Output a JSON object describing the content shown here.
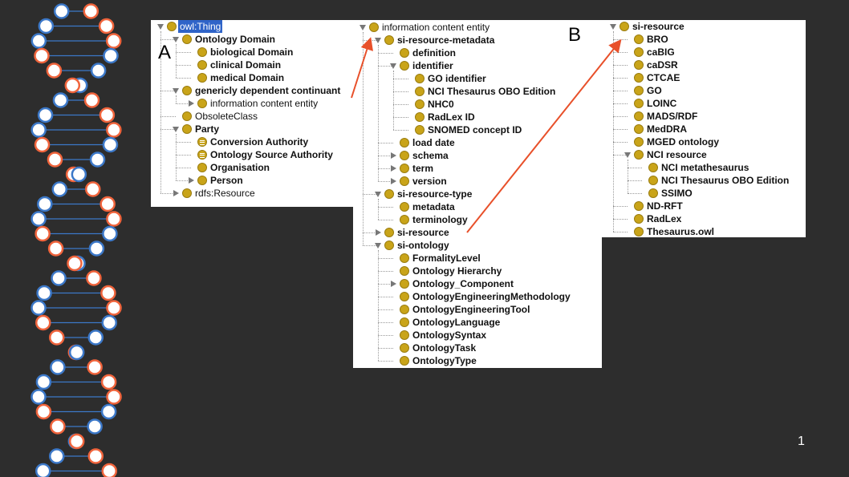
{
  "panels": [
    {
      "id": "panel-a",
      "letter": "A",
      "rows": [
        {
          "label": "owl:Thing",
          "level": 0,
          "toggle": "exp",
          "icon": "circle",
          "bold": false,
          "selected": true
        },
        {
          "label": "Ontology Domain",
          "level": 1,
          "toggle": "exp",
          "icon": "circle",
          "bold": true
        },
        {
          "label": "biological Domain",
          "level": 2,
          "toggle": "none",
          "icon": "circle",
          "bold": true
        },
        {
          "label": "clinical Domain",
          "level": 2,
          "toggle": "none",
          "icon": "circle",
          "bold": true
        },
        {
          "label": "medical Domain",
          "level": 2,
          "toggle": "none",
          "icon": "circle",
          "bold": true
        },
        {
          "label": "genericly dependent continuant",
          "level": 1,
          "toggle": "exp",
          "icon": "circle",
          "bold": true
        },
        {
          "label": "information content entity",
          "level": 2,
          "toggle": "col",
          "icon": "circle",
          "bold": false
        },
        {
          "label": "ObsoleteClass",
          "level": 1,
          "toggle": "none",
          "icon": "circle",
          "bold": false
        },
        {
          "label": "Party",
          "level": 1,
          "toggle": "exp",
          "icon": "circle",
          "bold": true
        },
        {
          "label": "Conversion Authority",
          "level": 2,
          "toggle": "none",
          "icon": "list",
          "bold": true
        },
        {
          "label": "Ontology Source Authority",
          "level": 2,
          "toggle": "none",
          "icon": "list",
          "bold": true
        },
        {
          "label": "Organisation",
          "level": 2,
          "toggle": "none",
          "icon": "circle",
          "bold": true
        },
        {
          "label": "Person",
          "level": 2,
          "toggle": "col",
          "icon": "circle",
          "bold": true
        },
        {
          "label": "rdfs:Resource",
          "level": 1,
          "toggle": "col",
          "icon": "circle",
          "bold": false
        }
      ]
    },
    {
      "id": "panel-mid",
      "letter": "",
      "rows": [
        {
          "label": "information content entity",
          "level": 0,
          "toggle": "exp",
          "icon": "circle",
          "bold": false
        },
        {
          "label": "si-resource-metadata",
          "level": 1,
          "toggle": "exp",
          "icon": "circle",
          "bold": true
        },
        {
          "label": "definition",
          "level": 2,
          "toggle": "none",
          "icon": "circle",
          "bold": true
        },
        {
          "label": "identifier",
          "level": 2,
          "toggle": "exp",
          "icon": "circle",
          "bold": true
        },
        {
          "label": "GO identifier",
          "level": 3,
          "toggle": "none",
          "icon": "circle",
          "bold": true
        },
        {
          "label": "NCI Thesaurus OBO Edition",
          "level": 3,
          "toggle": "none",
          "icon": "circle",
          "bold": true
        },
        {
          "label": "NHC0",
          "level": 3,
          "toggle": "none",
          "icon": "circle",
          "bold": true
        },
        {
          "label": "RadLex ID",
          "level": 3,
          "toggle": "none",
          "icon": "circle",
          "bold": true
        },
        {
          "label": "SNOMED concept ID",
          "level": 3,
          "toggle": "none",
          "icon": "circle",
          "bold": true
        },
        {
          "label": "load date",
          "level": 2,
          "toggle": "none",
          "icon": "circle",
          "bold": true
        },
        {
          "label": "schema",
          "level": 2,
          "toggle": "col",
          "icon": "circle",
          "bold": true
        },
        {
          "label": "term",
          "level": 2,
          "toggle": "col",
          "icon": "circle",
          "bold": true
        },
        {
          "label": "version",
          "level": 2,
          "toggle": "col",
          "icon": "circle",
          "bold": true
        },
        {
          "label": "si-resource-type",
          "level": 1,
          "toggle": "exp",
          "icon": "circle",
          "bold": true
        },
        {
          "label": "metadata",
          "level": 2,
          "toggle": "none",
          "icon": "circle",
          "bold": true
        },
        {
          "label": "terminology",
          "level": 2,
          "toggle": "none",
          "icon": "circle",
          "bold": true
        },
        {
          "label": "si-resource",
          "level": 1,
          "toggle": "col",
          "icon": "circle",
          "bold": true
        },
        {
          "label": "si-ontology",
          "level": 1,
          "toggle": "exp",
          "icon": "circle",
          "bold": true
        },
        {
          "label": "FormalityLevel",
          "level": 2,
          "toggle": "none",
          "icon": "circle",
          "bold": true
        },
        {
          "label": "Ontology Hierarchy",
          "level": 2,
          "toggle": "none",
          "icon": "circle",
          "bold": true
        },
        {
          "label": "Ontology_Component",
          "level": 2,
          "toggle": "col",
          "icon": "circle",
          "bold": true
        },
        {
          "label": "OntologyEngineeringMethodology",
          "level": 2,
          "toggle": "none",
          "icon": "circle",
          "bold": true
        },
        {
          "label": "OntologyEngineeringTool",
          "level": 2,
          "toggle": "none",
          "icon": "circle",
          "bold": true
        },
        {
          "label": "OntologyLanguage",
          "level": 2,
          "toggle": "none",
          "icon": "circle",
          "bold": true
        },
        {
          "label": "OntologySyntax",
          "level": 2,
          "toggle": "none",
          "icon": "circle",
          "bold": true
        },
        {
          "label": "OntologyTask",
          "level": 2,
          "toggle": "none",
          "icon": "circle",
          "bold": true
        },
        {
          "label": "OntologyType",
          "level": 2,
          "toggle": "none",
          "icon": "circle",
          "bold": true
        }
      ]
    },
    {
      "id": "panel-b",
      "letter": "B",
      "rows": [
        {
          "label": "si-resource",
          "level": 0,
          "toggle": "exp",
          "icon": "circle",
          "bold": true
        },
        {
          "label": "BRO",
          "level": 1,
          "toggle": "none",
          "icon": "circle",
          "bold": true
        },
        {
          "label": "caBIG",
          "level": 1,
          "toggle": "none",
          "icon": "circle",
          "bold": true
        },
        {
          "label": "caDSR",
          "level": 1,
          "toggle": "none",
          "icon": "circle",
          "bold": true
        },
        {
          "label": "CTCAE",
          "level": 1,
          "toggle": "none",
          "icon": "circle",
          "bold": true
        },
        {
          "label": "GO",
          "level": 1,
          "toggle": "none",
          "icon": "circle",
          "bold": true
        },
        {
          "label": "LOINC",
          "level": 1,
          "toggle": "none",
          "icon": "circle",
          "bold": true
        },
        {
          "label": "MADS/RDF",
          "level": 1,
          "toggle": "none",
          "icon": "circle",
          "bold": true
        },
        {
          "label": "MedDRA",
          "level": 1,
          "toggle": "none",
          "icon": "circle",
          "bold": true
        },
        {
          "label": "MGED ontology",
          "level": 1,
          "toggle": "none",
          "icon": "circle",
          "bold": true
        },
        {
          "label": "NCI resource",
          "level": 1,
          "toggle": "exp",
          "icon": "circle",
          "bold": true
        },
        {
          "label": "NCI metathesaurus",
          "level": 2,
          "toggle": "none",
          "icon": "circle",
          "bold": true
        },
        {
          "label": "NCI Thesaurus OBO Edition",
          "level": 2,
          "toggle": "none",
          "icon": "circle",
          "bold": true
        },
        {
          "label": "SSIMO",
          "level": 2,
          "toggle": "none",
          "icon": "circle",
          "bold": true
        },
        {
          "label": "ND-RFT",
          "level": 1,
          "toggle": "none",
          "icon": "circle",
          "bold": true
        },
        {
          "label": "RadLex",
          "level": 1,
          "toggle": "none",
          "icon": "circle",
          "bold": true
        },
        {
          "label": "Thesaurus.owl",
          "level": 1,
          "toggle": "none",
          "icon": "circle",
          "bold": true
        }
      ]
    }
  ],
  "colors": {
    "class_icon": "#c9a419",
    "selection": "#2f64c8",
    "arrow": "#e8502a",
    "dna_orange": "#f0643c",
    "dna_blue": "#3c78c8"
  },
  "page_number": "1"
}
